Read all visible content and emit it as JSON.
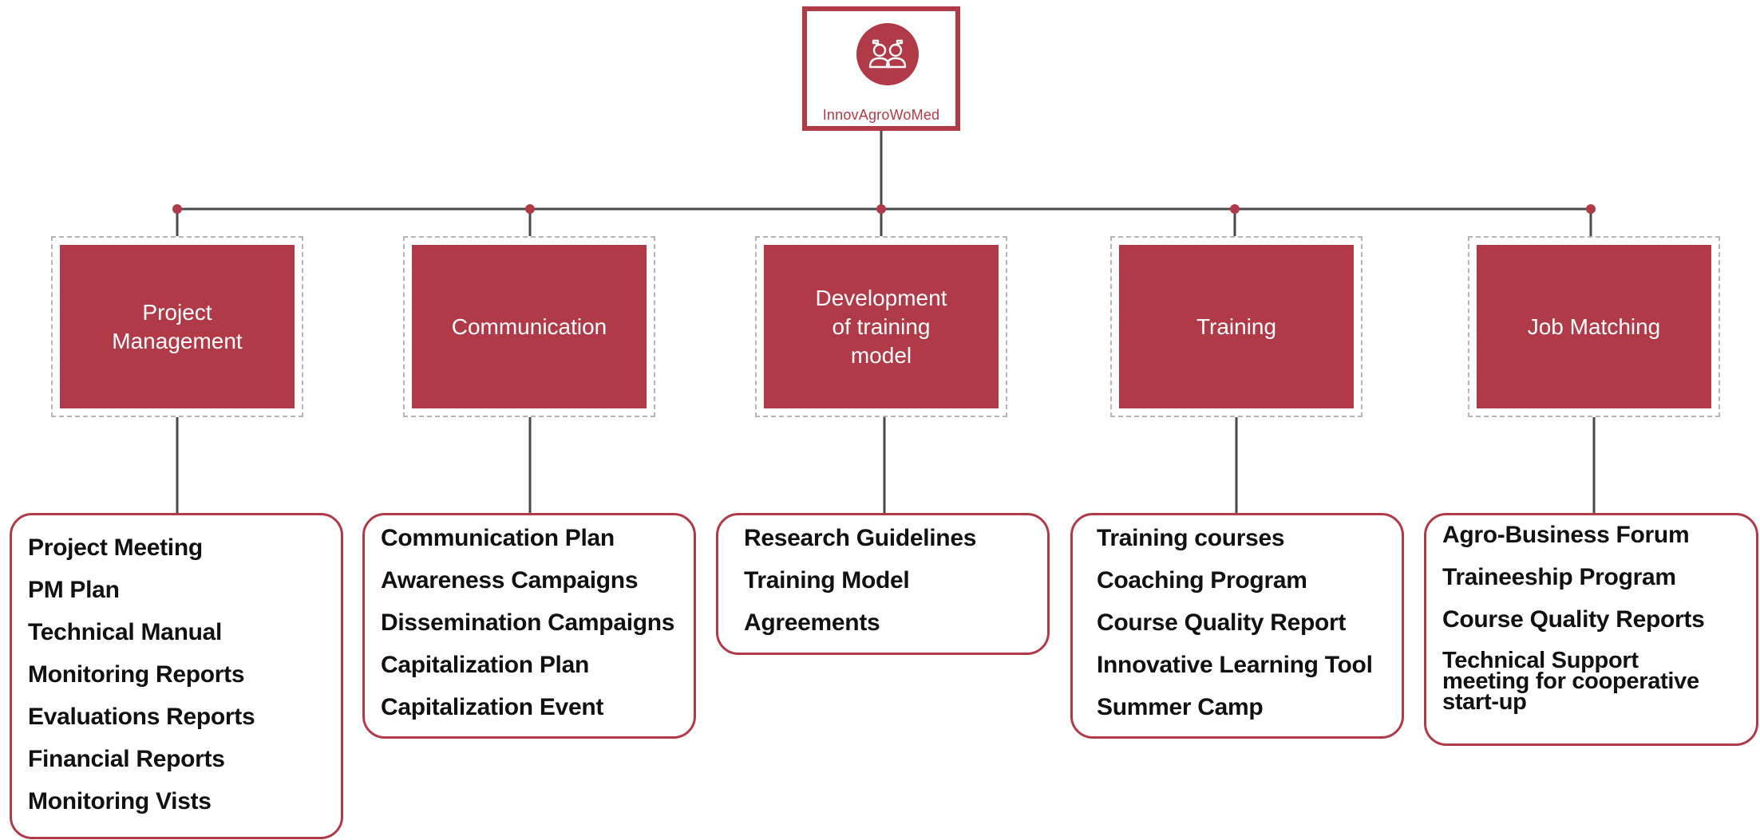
{
  "root": {
    "name": "InnovAgroWoMed",
    "logo_icon": "two-people-speech-icon",
    "accent_color": "#b03a47"
  },
  "categories": [
    {
      "label": "Project\nManagement",
      "items": [
        "Project Meeting",
        "PM Plan",
        "Technical Manual",
        "Monitoring Reports",
        "Evaluations Reports",
        "Financial Reports",
        "Monitoring Vists"
      ]
    },
    {
      "label": "Communication",
      "items": [
        "Communication Plan",
        "Awareness Campaigns",
        "Dissemination Campaigns",
        "Capitalization Plan",
        "Capitalization Event"
      ]
    },
    {
      "label": "Development\nof training\nmodel",
      "items": [
        "Research Guidelines",
        "Training Model",
        "Agreements"
      ]
    },
    {
      "label": "Training",
      "items": [
        "Training courses",
        "Coaching Program",
        "Course Quality Report",
        "Innovative Learning Tool",
        "Summer Camp"
      ]
    },
    {
      "label": "Job Matching",
      "items": [
        "Agro-Business Forum",
        "Traineeship Program",
        "Course Quality Reports",
        "Technical Support\nmeeting for cooperative\nstart-up"
      ]
    }
  ]
}
